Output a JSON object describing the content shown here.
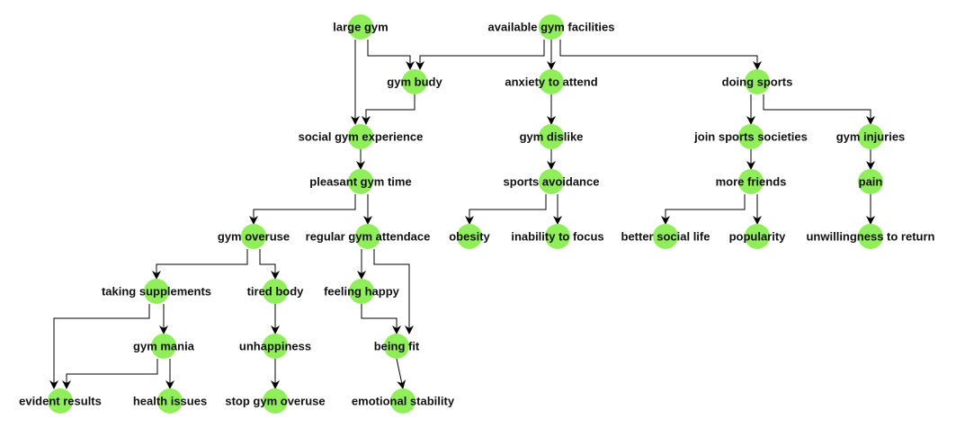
{
  "colors": {
    "node_fill": "#90ee5a",
    "edge": "#000000",
    "text": "#111111",
    "background": "#ffffff"
  },
  "nodes": [
    {
      "id": "large_gym",
      "label": "large gym"
    },
    {
      "id": "available_gym_facilities",
      "label": "available gym facilities"
    },
    {
      "id": "gym_budy",
      "label": "gym budy"
    },
    {
      "id": "anxiety_to_attend",
      "label": "anxiety to attend"
    },
    {
      "id": "doing_sports",
      "label": "doing sports"
    },
    {
      "id": "social_gym_experience",
      "label": "social gym experience"
    },
    {
      "id": "gym_dislike",
      "label": "gym dislike"
    },
    {
      "id": "join_sports_societies",
      "label": "join sports societies"
    },
    {
      "id": "gym_injuries",
      "label": "gym injuries"
    },
    {
      "id": "pleasant_gym_time",
      "label": "pleasant gym time"
    },
    {
      "id": "sports_avoidance",
      "label": "sports avoidance"
    },
    {
      "id": "more_friends",
      "label": "more friends"
    },
    {
      "id": "pain",
      "label": "pain"
    },
    {
      "id": "gym_overuse",
      "label": "gym overuse"
    },
    {
      "id": "regular_gym_attendace",
      "label": "regular gym attendace"
    },
    {
      "id": "obesity",
      "label": "obesity"
    },
    {
      "id": "inability_to_focus",
      "label": "inability to focus"
    },
    {
      "id": "better_social_life",
      "label": "better social life"
    },
    {
      "id": "popularity",
      "label": "popularity"
    },
    {
      "id": "unwillingness_to_return",
      "label": "unwillingness to return"
    },
    {
      "id": "taking_supplements",
      "label": "taking supplements"
    },
    {
      "id": "tired_body",
      "label": "tired body"
    },
    {
      "id": "feeling_happy",
      "label": "feeling happy"
    },
    {
      "id": "gym_mania",
      "label": "gym mania"
    },
    {
      "id": "unhappiness",
      "label": "unhappiness"
    },
    {
      "id": "being_fit",
      "label": "being fit"
    },
    {
      "id": "evident_results",
      "label": "evident results"
    },
    {
      "id": "health_issues",
      "label": "health issues"
    },
    {
      "id": "stop_gym_overuse",
      "label": "stop gym overuse"
    },
    {
      "id": "emotional_stability",
      "label": "emotional stability"
    }
  ],
  "edges": [
    {
      "from": "large_gym",
      "to": "gym_budy"
    },
    {
      "from": "large_gym",
      "to": "social_gym_experience"
    },
    {
      "from": "available_gym_facilities",
      "to": "gym_budy"
    },
    {
      "from": "available_gym_facilities",
      "to": "anxiety_to_attend"
    },
    {
      "from": "available_gym_facilities",
      "to": "doing_sports"
    },
    {
      "from": "available_gym_facilities",
      "to": "social_gym_experience"
    },
    {
      "from": "gym_budy",
      "to": "social_gym_experience"
    },
    {
      "from": "anxiety_to_attend",
      "to": "gym_dislike"
    },
    {
      "from": "gym_dislike",
      "to": "sports_avoidance"
    },
    {
      "from": "sports_avoidance",
      "to": "obesity"
    },
    {
      "from": "sports_avoidance",
      "to": "inability_to_focus"
    },
    {
      "from": "doing_sports",
      "to": "join_sports_societies"
    },
    {
      "from": "doing_sports",
      "to": "gym_injuries"
    },
    {
      "from": "join_sports_societies",
      "to": "more_friends"
    },
    {
      "from": "more_friends",
      "to": "better_social_life"
    },
    {
      "from": "more_friends",
      "to": "popularity"
    },
    {
      "from": "gym_injuries",
      "to": "pain"
    },
    {
      "from": "pain",
      "to": "unwillingness_to_return"
    },
    {
      "from": "social_gym_experience",
      "to": "pleasant_gym_time"
    },
    {
      "from": "pleasant_gym_time",
      "to": "gym_overuse"
    },
    {
      "from": "pleasant_gym_time",
      "to": "regular_gym_attendace"
    },
    {
      "from": "gym_overuse",
      "to": "taking_supplements"
    },
    {
      "from": "gym_overuse",
      "to": "tired_body"
    },
    {
      "from": "taking_supplements",
      "to": "evident_results"
    },
    {
      "from": "taking_supplements",
      "to": "gym_mania"
    },
    {
      "from": "gym_mania",
      "to": "evident_results"
    },
    {
      "from": "gym_mania",
      "to": "health_issues"
    },
    {
      "from": "tired_body",
      "to": "unhappiness"
    },
    {
      "from": "unhappiness",
      "to": "stop_gym_overuse"
    },
    {
      "from": "regular_gym_attendace",
      "to": "feeling_happy"
    },
    {
      "from": "regular_gym_attendace",
      "to": "being_fit"
    },
    {
      "from": "feeling_happy",
      "to": "being_fit"
    },
    {
      "from": "being_fit",
      "to": "emotional_stability"
    }
  ]
}
